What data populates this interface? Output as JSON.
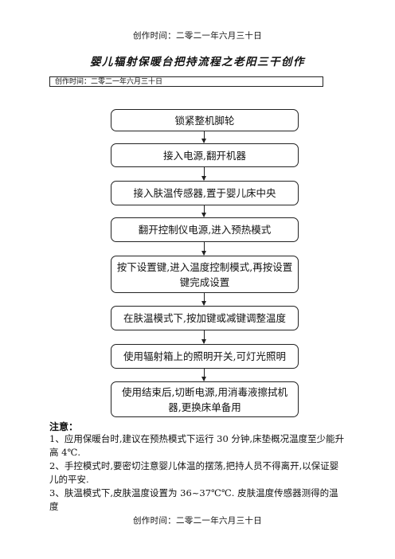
{
  "header_time": "创作时间：二零二一年六月三十日",
  "title": "婴儿辐射保暖台把持流程之老阳三干创作",
  "box_time": "创作时间：二零二一年六月三十日",
  "flow_steps": [
    "锁紧整机脚轮",
    "接入电源,翻开机器",
    "接入肤温传感器,置于婴儿床中央",
    "翻开控制仪电源,进入预热模式",
    "按下设置键,进入温度控制模式,再按设置键完成设置",
    "在肤温模式下,按加键或减键调整温度",
    "使用辐射箱上的照明开关,可灯光照明",
    "使用结束后,切断电源,用消毒液擦拭机器,更换床单备用"
  ],
  "notes_title": "注意：",
  "notes": [
    "1、应用保暖台时,建议在预热模式下运行 30 分钟,床垫概况温度至少能升高 4℃.",
    "2、手控模式时,要密切注意婴儿体温的摆荡,把持人员不得离开,以保证婴儿的平安.",
    "3、肤温模式下,皮肤温度设置为 36~37℃℃. 皮肤温度传感器测得的温度"
  ],
  "footer_time": "创作时间：二零二一年六月三十日"
}
